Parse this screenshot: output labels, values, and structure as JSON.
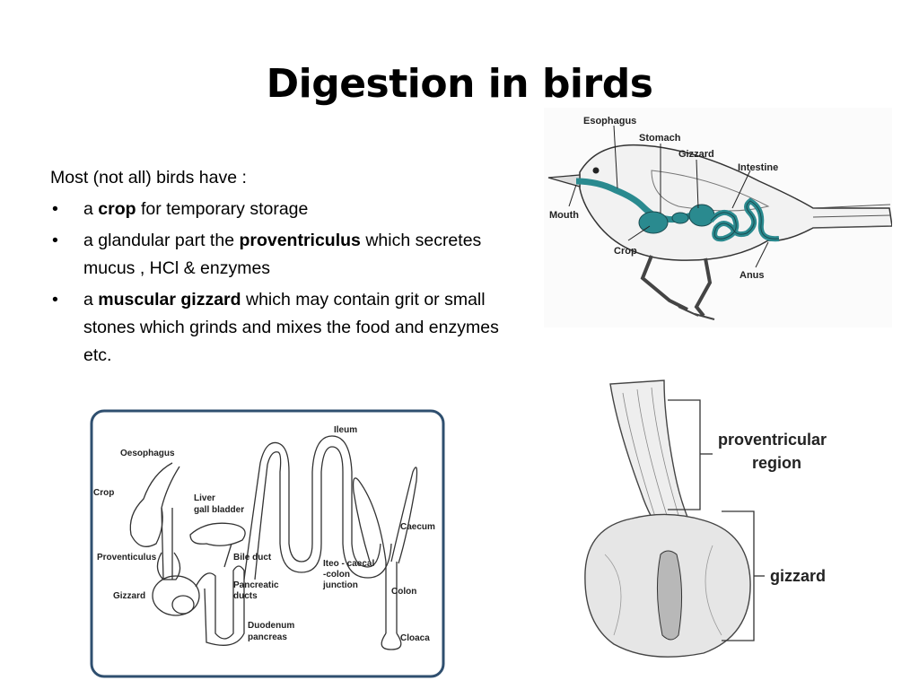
{
  "slide": {
    "title": "Digestion in birds",
    "intro": "Most (not all) birds have :",
    "bullets": [
      {
        "pre": "a ",
        "bold": "crop",
        "post": "  for temporary storage"
      },
      {
        "pre": "a glandular part  the ",
        "bold": "proventriculus",
        "post": " which secretes mucus , HCl & enzymes"
      },
      {
        "pre": "a ",
        "bold": "muscular gizzard",
        "post": " which may contain grit or small stones  which grinds and mixes the food and enzymes etc."
      }
    ],
    "bullet_symbol": "•"
  },
  "bird_diagram": {
    "labels": {
      "esophagus": "Esophagus",
      "stomach": "Stomach",
      "gizzard": "Gizzard",
      "intestine": "Intestine",
      "mouth": "Mouth",
      "crop": "Crop",
      "anus": "Anus"
    },
    "highlight_color": "#2a8a8f"
  },
  "tract_diagram": {
    "labels": {
      "oesophagus": "Oesophagus",
      "crop": "Crop",
      "liver": "Liver",
      "gall_bladder": "gall bladder",
      "proventiculus": "Proventiculus",
      "bile_duct": "Bile duct",
      "gizzard": "Gizzard",
      "pancreatic": "Pancreatic",
      "ducts": "ducts",
      "duodenum": "Duodenum",
      "pancreas": "pancreas",
      "ileum": "Ileum",
      "caecum": "Caecum",
      "ileo_1": "Iteo - caecal",
      "ileo_2": "-colon",
      "ileo_3": "junction",
      "colon": "Colon",
      "cloaca": "Cloaca"
    },
    "frame_color": "#2f4f6f"
  },
  "gizzard_diagram": {
    "labels": {
      "proventricular_1": "proventricular",
      "proventricular_2": "region",
      "gizzard": "gizzard"
    }
  }
}
